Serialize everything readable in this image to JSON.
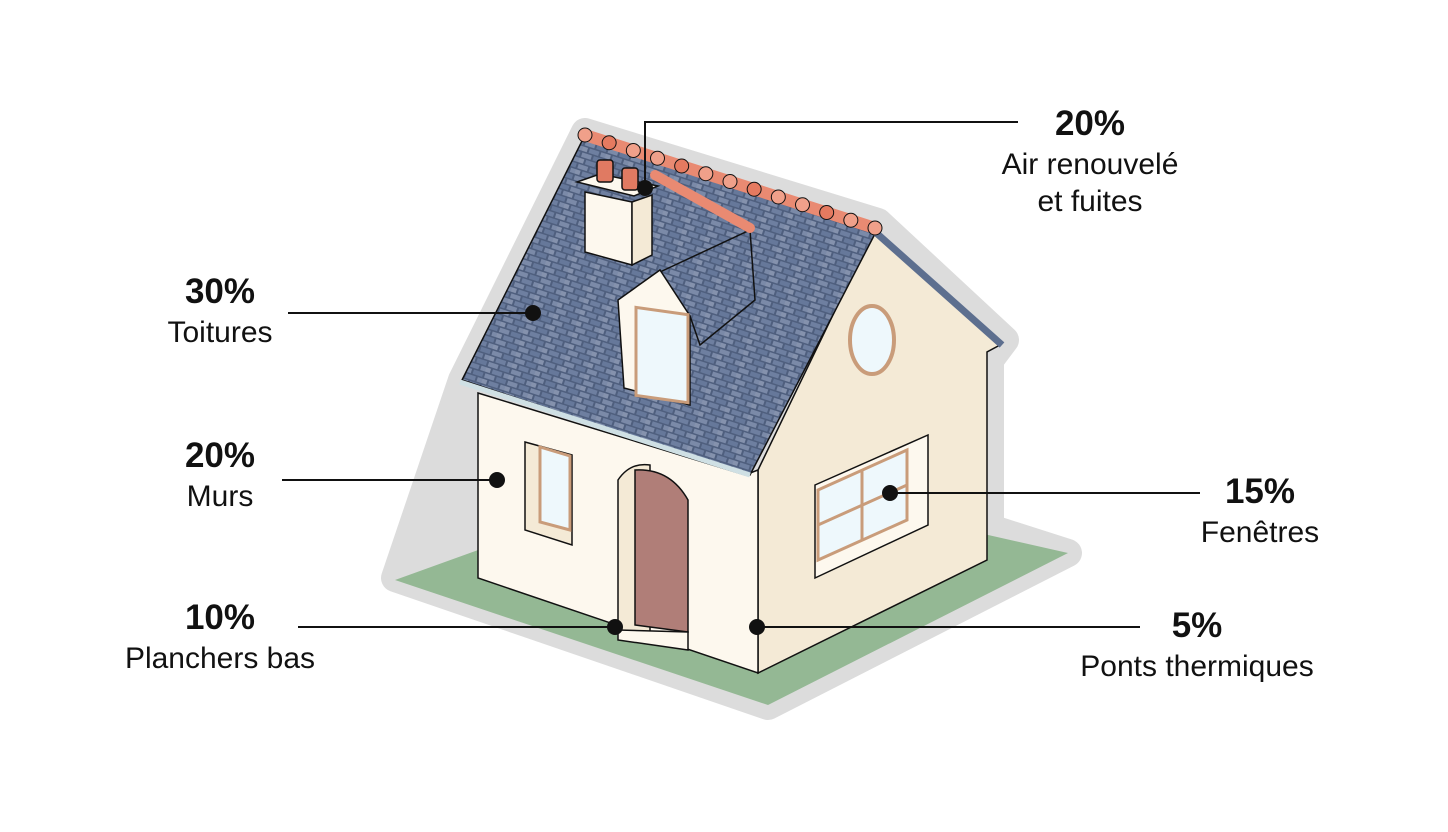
{
  "callouts": [
    {
      "id": "air",
      "percent": "20%",
      "label_line1": "Air renouvelé",
      "label_line2": "et fuites"
    },
    {
      "id": "roof",
      "percent": "30%",
      "label_line1": "Toitures"
    },
    {
      "id": "walls",
      "percent": "20%",
      "label_line1": "Murs"
    },
    {
      "id": "floors",
      "percent": "10%",
      "label_line1": "Planchers bas"
    },
    {
      "id": "windows",
      "percent": "15%",
      "label_line1": "Fenêtres"
    },
    {
      "id": "bridges",
      "percent": "5%",
      "label_line1": "Ponts thermiques"
    }
  ],
  "colors": {
    "roof": "#5d6f8f",
    "ridge_tiles": "#e98a72",
    "wall_front": "#fdf8ee",
    "wall_side": "#f4ead6",
    "ground": "#94b894",
    "halo": "#dcdcdc",
    "door": "#b07e78",
    "line": "#111111"
  }
}
